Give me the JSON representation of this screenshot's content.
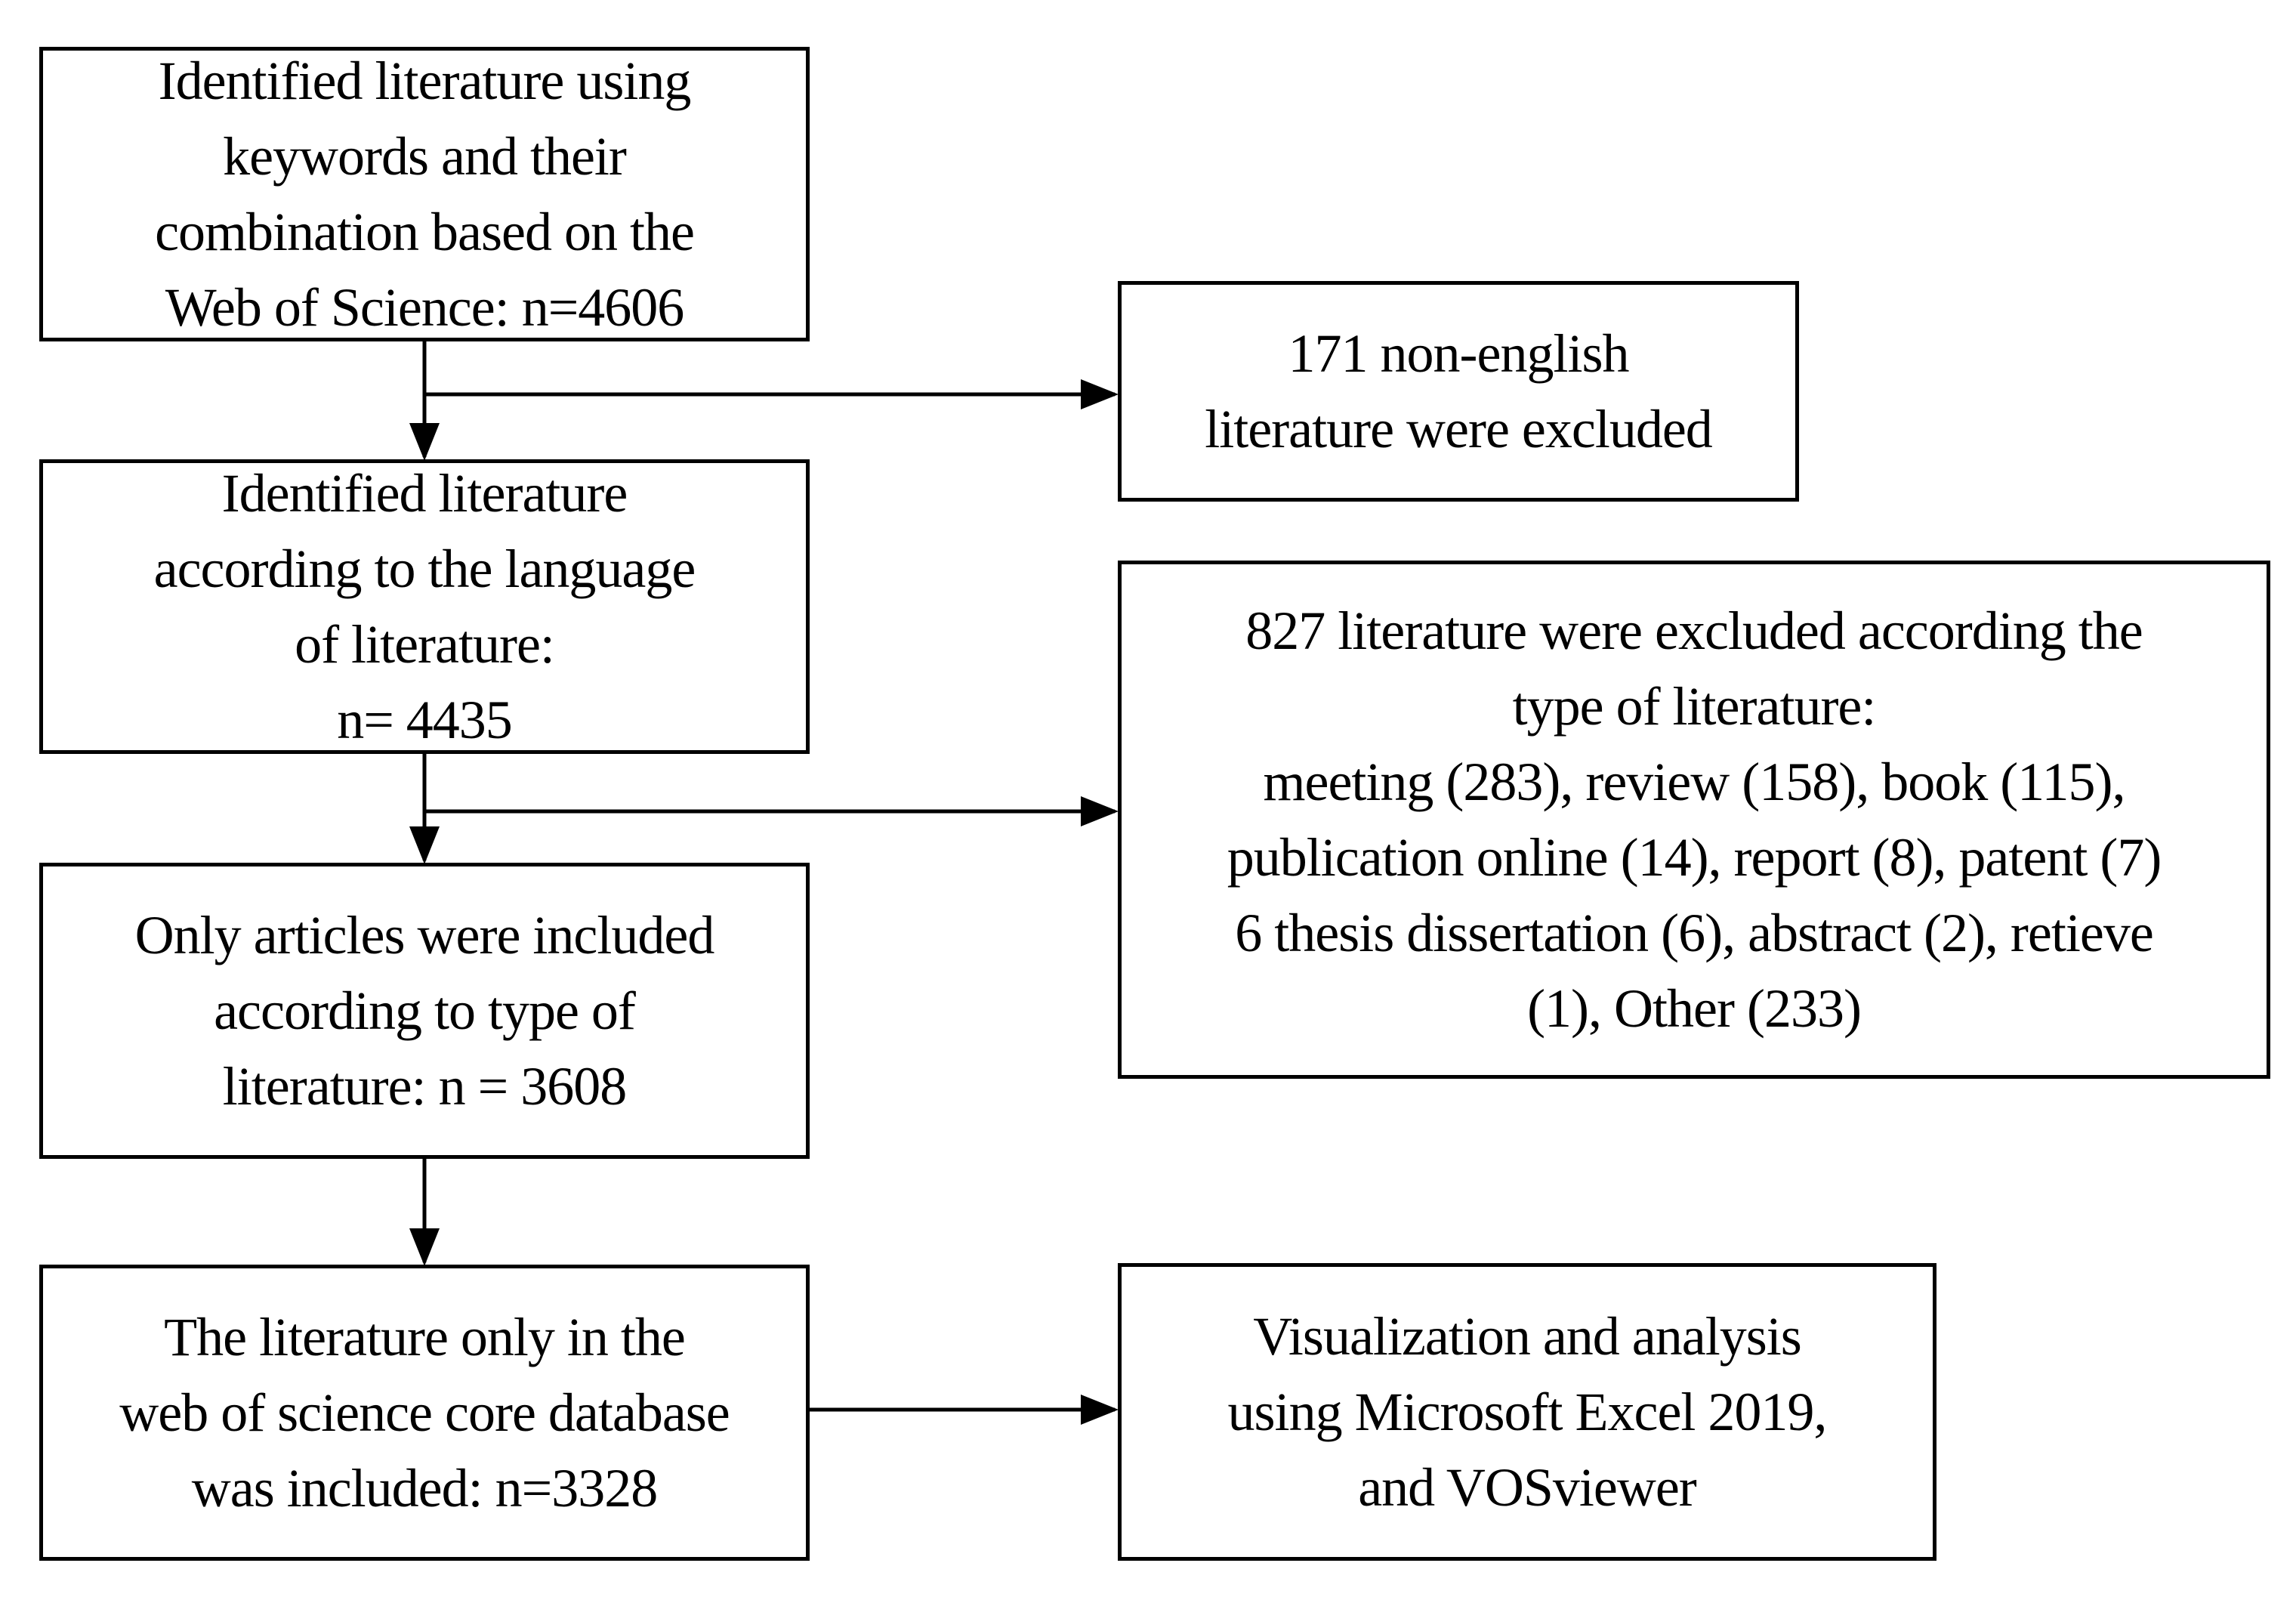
{
  "nodes": {
    "identified": {
      "lines": [
        "Identified literature using",
        "keywords and their",
        "combination based on the",
        "Web of Science: n=4606"
      ]
    },
    "language": {
      "lines": [
        "Identified literature",
        "according to the language",
        "of literature:",
        "n= 4435"
      ]
    },
    "articles": {
      "lines": [
        "Only articles were included",
        "according to type of",
        "literature: n = 3608"
      ]
    },
    "core": {
      "lines": [
        "The literature only in the",
        "web of science core database",
        "was included: n=3328"
      ]
    },
    "nonenglish": {
      "lines": [
        "171 non-english",
        "literature were excluded"
      ]
    },
    "excluded_type": {
      "lines": [
        "827 literature were excluded according the",
        "type of literature:",
        "meeting (283), review (158), book (115),",
        "publication online (14), report (8), patent (7)",
        "6 thesis dissertation (6), abstract (2), retieve",
        "(1), Other (233)"
      ]
    },
    "visualization": {
      "lines": [
        "Visualization and analysis",
        "using Microsoft Excel 2019,",
        "and VOSviewer"
      ]
    }
  },
  "edges": [
    {
      "from": "identified",
      "to": "language",
      "style": "arrow"
    },
    {
      "from": "identified",
      "to": "nonenglish",
      "style": "branch-arrow"
    },
    {
      "from": "language",
      "to": "articles",
      "style": "arrow"
    },
    {
      "from": "language",
      "to": "excluded_type",
      "style": "branch-arrow"
    },
    {
      "from": "articles",
      "to": "core",
      "style": "arrow"
    },
    {
      "from": "core",
      "to": "visualization",
      "style": "arrow"
    }
  ],
  "colors": {
    "stroke": "#000000",
    "background": "#ffffff",
    "text": "#000000"
  }
}
